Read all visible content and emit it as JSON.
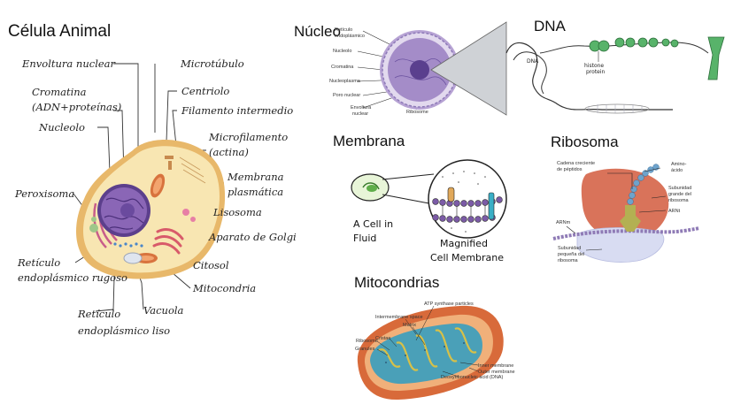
{
  "titles": {
    "animal_cell": "Célula Animal",
    "nucleus": "Núcleo",
    "dna": "DNA",
    "membrane": "Membrana",
    "ribosome": "Ribosoma",
    "mitochondria": "Mitocondrias"
  },
  "animal_cell_labels": {
    "envoltura_nuclear": "Envoltura nuclear",
    "microtubulo": "Microtúbulo",
    "cromatina_1": "Cromatina",
    "cromatina_2": "(ADN+proteínas)",
    "centriolo": "Centriolo",
    "filamento_intermedio": "Filamento intermedio",
    "nucleolo": "Nucleolo",
    "microfilamento_1": "Microfilamento",
    "microfilamento_2": "(actina)",
    "membrana_1": "Membrana",
    "membrana_2": "plasmática",
    "peroxisoma": "Peroxisoma",
    "lisosoma": "Lisosoma",
    "golgi": "Aparato de Golgi",
    "citosol": "Citosol",
    "rer_1": "Retículo",
    "rer_2": "endoplásmico rugoso",
    "mitocondria": "Mitocondria",
    "vacuola": "Vacuola",
    "rel_1": "Retículo",
    "rel_2": "endoplásmico liso"
  },
  "nucleus_labels": {
    "reticulo_1": "Retículo",
    "reticulo_2": "endoplásmico",
    "nucleolo": "Nucleolo",
    "cromatina": "Cromatina",
    "nucleoplasma": "Nucleoplasma",
    "poro": "Poro nuclear",
    "envoltura_1": "Envoltura",
    "envoltura_2": "nuclear",
    "ribosome": "Ribosome"
  },
  "dna_labels": {
    "dna": "DNA",
    "histone_1": "histone",
    "histone_2": "protein"
  },
  "membrane_labels": {
    "cell_1": "A Cell in",
    "cell_2": "Fluid",
    "magnified_1": "Magnified",
    "magnified_2": "Cell Membrane"
  },
  "ribosome_labels": {
    "cadena_1": "Cadena creciente",
    "cadena_2": "de péptidos",
    "amino_1": "Amino-",
    "amino_2": "ácido",
    "grande_1": "Subunidad",
    "grande_2": "grande del",
    "grande_3": "ribosoma",
    "arnt": "ARNt",
    "arnm": "ARNm",
    "pequena_1": "Subunidad",
    "pequena_2": "pequeña del",
    "pequena_3": "ribosoma"
  },
  "mito_labels": {
    "atp": "ATP synthase particles",
    "intermembrane": "Intermembrane space",
    "matrix": "Matrix",
    "ribosome": "Ribosome",
    "cristae": "Cristae",
    "granules": "Granules",
    "inner": "Inner membrane",
    "outer": "Outer membrane",
    "dna": "Deoxyribonucleic acid (DNA)"
  },
  "colors": {
    "cell_outer": "#e8b86a",
    "cytoplasm": "#f8e6b2",
    "nucleus": "#8a66b6",
    "nucleolus": "#6a4a9e",
    "mito_outer": "#d86a3a",
    "ribo_large": "#d9735a",
    "ribo_small": "#d8dcf2"
  }
}
